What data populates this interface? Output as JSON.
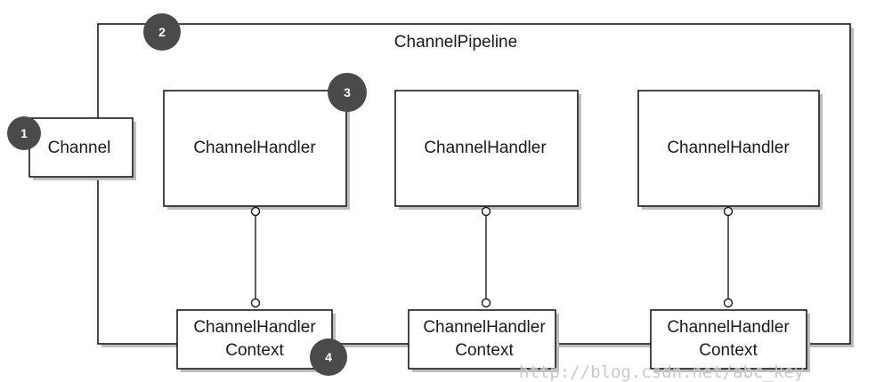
{
  "pipeline": {
    "label": "ChannelPipeline",
    "badge": "2"
  },
  "channel": {
    "label": "Channel",
    "badge": "1"
  },
  "handlers": [
    {
      "label": "ChannelHandler",
      "badge": "3"
    },
    {
      "label": "ChannelHandler"
    },
    {
      "label": "ChannelHandler"
    }
  ],
  "contexts": [
    {
      "line1": "ChannelHandler",
      "line2": "Context",
      "badge": "4"
    },
    {
      "line1": "ChannelHandler",
      "line2": "Context"
    },
    {
      "line1": "ChannelHandler",
      "line2": "Context"
    }
  ],
  "watermark": "http://blog.csdn.net/abc_key",
  "colors": {
    "badge": "#4a4a4a",
    "stroke": "#1a1a1a",
    "shadow": "#bdbdbd"
  }
}
